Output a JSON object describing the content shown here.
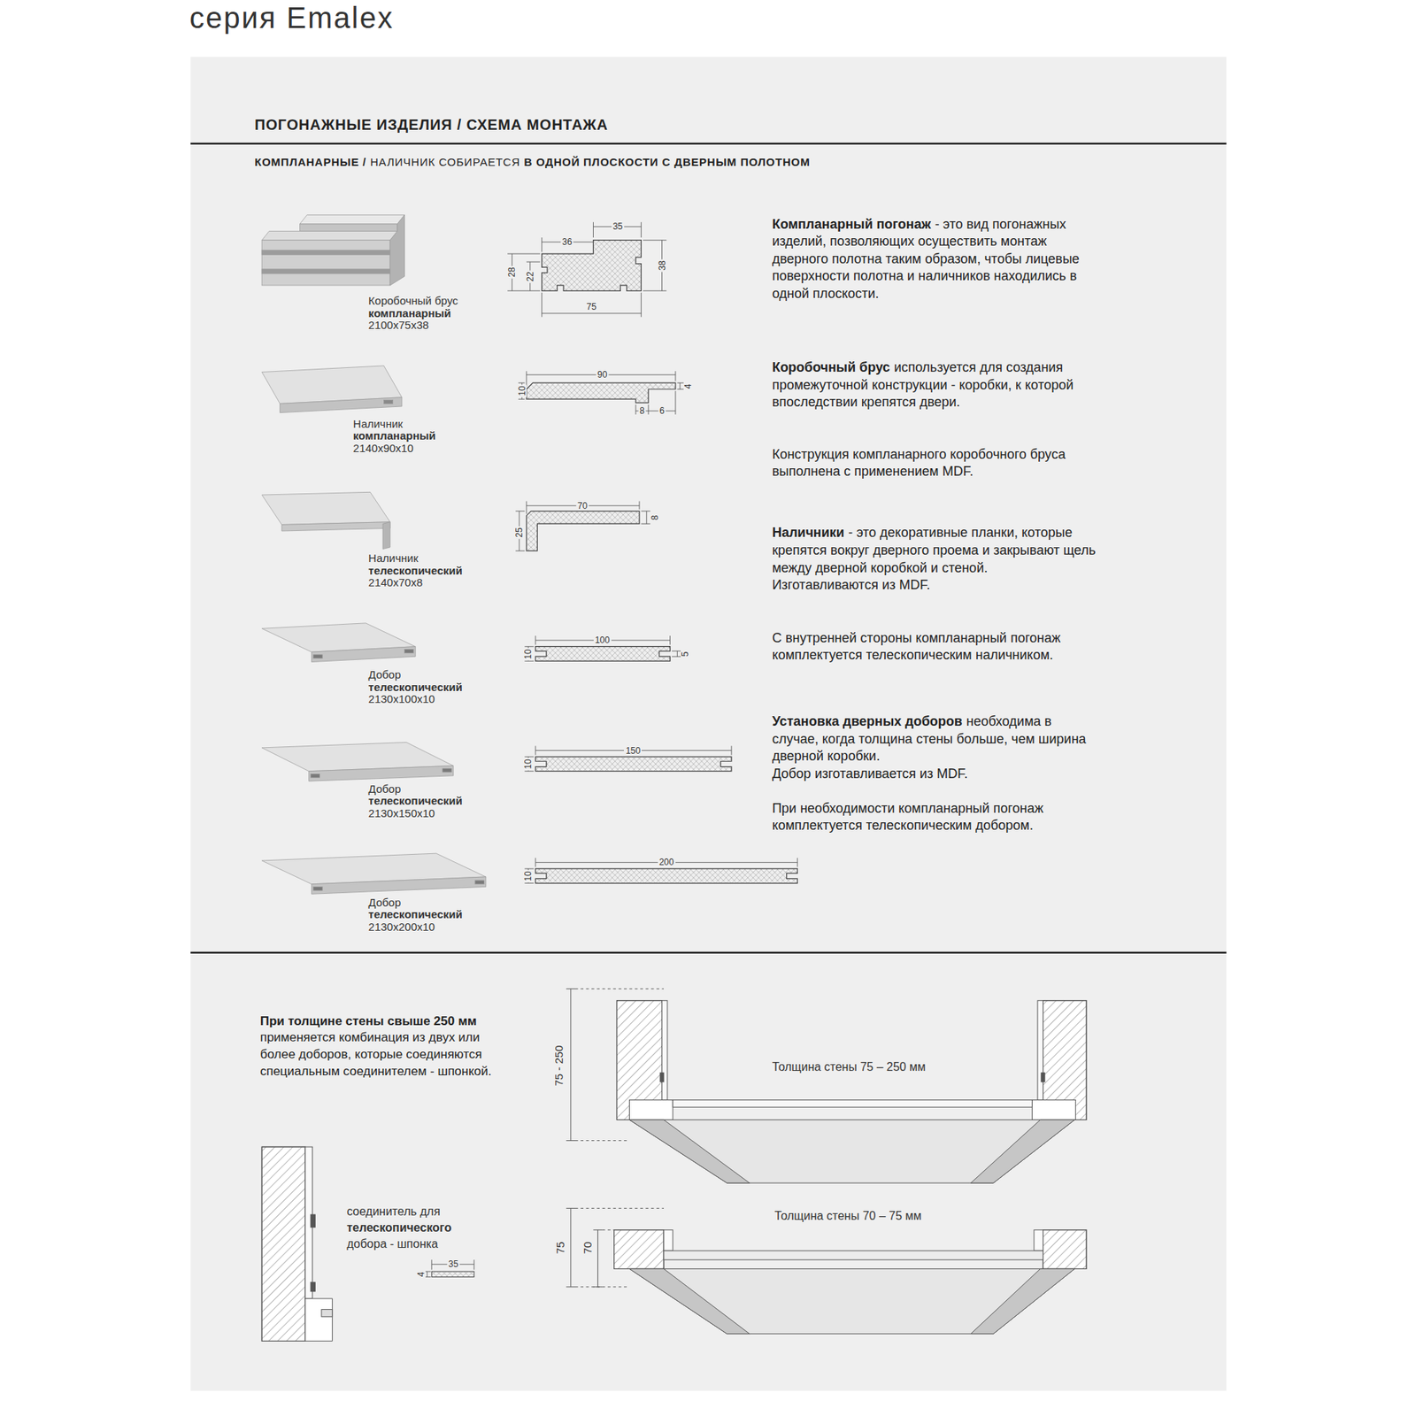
{
  "diagram": {
    "title": "серия Emalex",
    "labels": [
      "ПОГОНАЖНЫЕ ИЗДЕЛИЯ / СХЕМА МОНТАЖА",
      "КОМПЛАНАРНЫЕ /",
      "НАЛИЧНИК СОБИРАЕТСЯ",
      "В ОДНОЙ ПЛОСКОСТИ С ДВЕРНЫМ ПОЛОТНОМ",
      "Коробочный брус",
      "компланарный",
      "2100x75x38",
      "35",
      "36",
      "28",
      "22",
      "38",
      "75",
      "Компланарный погонаж",
      "- это вид погонажных изделий, позволяющих осуществить монтаж дверного полотна таким образом, чтобы лицевые поверхности полотна и наличников находились в одной плоскости.",
      "Наличник",
      "компланарный",
      "2140x90x10",
      "90",
      "10",
      "4",
      "8",
      "6",
      "Коробочный брус",
      "используется для создания промежуточной конструкции - коробки, к которой впоследствии крепятся двери.",
      "Конструкция компланарного коробочного бруса выполнена с применением MDF.",
      "Наличник",
      "телескопический",
      "2140x70x8",
      "70",
      "25",
      "8",
      "Наличники",
      "- это декоративные планки, которые крепятся вокруг дверного проема и закрывают щель между дверной коробкой и стеной.",
      "Изготавливаются из MDF.",
      "Добор",
      "телескопический",
      "2130x100x10",
      "100",
      "10",
      "5",
      "С внутренней стороны компланарный погонаж комплектуется телескопическим наличником.",
      "Добор",
      "телескопический",
      "2130x150x10",
      "150",
      "10",
      "Установка дверных доборов",
      "необходима в случае, когда толщина стены больше, чем ширина дверной коробки.",
      "Добор изготавливается из MDF.",
      "При необходимости компланарный погонаж комплектуется телескопическим добором.",
      "Добор",
      "телескопический",
      "2130x200x10",
      "200",
      "10",
      "При толщине стены свыше 250 мм",
      "применяется комбинация из двух или более доборов, которые соединяются специальным соединителем - шпонкой.",
      "75 - 250",
      "Толщина стены 75 – 250 мм",
      "соединитель для",
      "телескопического",
      "добора - шпонка",
      "35",
      "4",
      "Толщина стены 70 – 75 мм",
      "75",
      "70"
    ]
  }
}
